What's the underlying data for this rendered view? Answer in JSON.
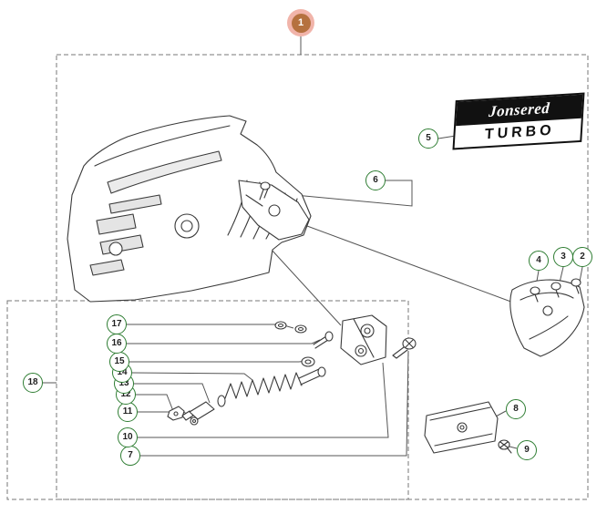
{
  "diagram": {
    "kind": "exploded-parts-diagram",
    "selected_part": "1",
    "decal": {
      "brand": "Jonsered",
      "model": "TURBO"
    },
    "callouts": [
      {
        "label": "1",
        "selected": true
      },
      {
        "label": "2",
        "selected": false
      },
      {
        "label": "3",
        "selected": false
      },
      {
        "label": "4",
        "selected": false
      },
      {
        "label": "5",
        "selected": false
      },
      {
        "label": "6",
        "selected": false
      },
      {
        "label": "7",
        "selected": false
      },
      {
        "label": "8",
        "selected": false
      },
      {
        "label": "9",
        "selected": false
      },
      {
        "label": "10",
        "selected": false
      },
      {
        "label": "11",
        "selected": false
      },
      {
        "label": "12",
        "selected": false
      },
      {
        "label": "13",
        "selected": false
      },
      {
        "label": "14",
        "selected": false
      },
      {
        "label": "15",
        "selected": false
      },
      {
        "label": "16",
        "selected": false
      },
      {
        "label": "17",
        "selected": false
      },
      {
        "label": "18",
        "selected": false
      }
    ],
    "colors": {
      "callout_ring_green": "#2e7d32",
      "selected_halo": "#f1b4aa",
      "selected_fill": "#b5713f",
      "selected_text": "#ffffff",
      "line_art": "#3a3a3a",
      "boundary_dash": "#777777",
      "decal_band": "#111111",
      "decal_text": "#ffffff"
    }
  }
}
